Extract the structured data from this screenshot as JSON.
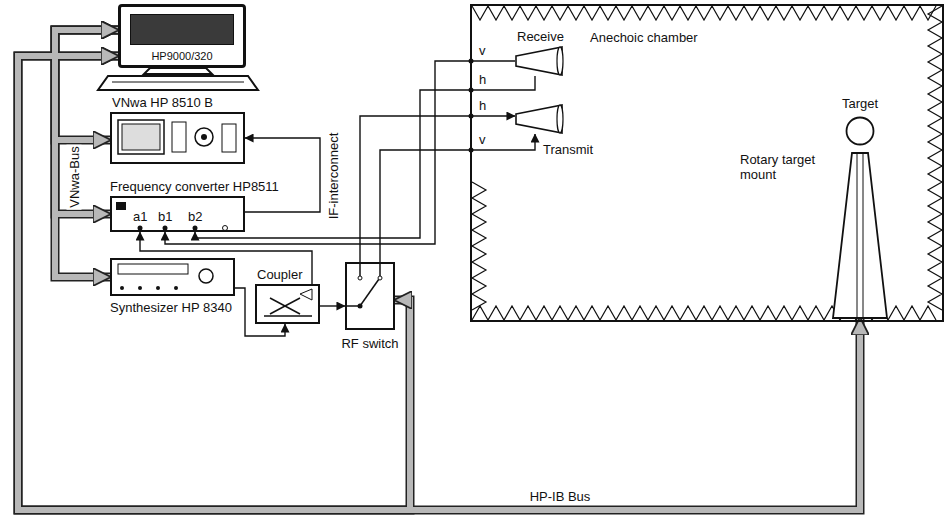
{
  "diagram": {
    "nodes": [
      {
        "text": [
          "HP9000/320"
        ]
      },
      {
        "text": [
          "VNwa HP 8510 B"
        ]
      },
      {
        "text": [
          "Frequency converter HP8511"
        ]
      },
      {
        "text": [
          "Synthesizer HP 8340"
        ]
      },
      {
        "text": [
          "Coupler"
        ]
      },
      {
        "text": [
          "RF switch"
        ]
      },
      {
        "text": [
          "Anechoic chamber"
        ]
      },
      {
        "text": [
          "Receive"
        ],
        "in": 6
      },
      {
        "text": [
          "Transmit"
        ],
        "in": 6
      },
      {
        "text": [
          "Target"
        ],
        "in": 6
      },
      {
        "text": [
          "Rotary target mount"
        ],
        "in": 6
      }
    ],
    "edges": [
      {
        "from": 0,
        "to": 1,
        "arrow": "both"
      },
      {
        "from": 0,
        "to": 2,
        "arrow": "both"
      },
      {
        "from": 0,
        "to": 3,
        "arrow": "both"
      },
      {
        "from": 0,
        "to": 5,
        "arrow": "both"
      },
      {
        "from": 0,
        "to": 10,
        "arrow": "both"
      },
      {
        "from": 2,
        "to": 1,
        "arrow": "to"
      },
      {
        "from": 3,
        "to": 4,
        "arrow": "to"
      },
      {
        "from": 4,
        "to": 2,
        "arrow": "to"
      },
      {
        "from": 4,
        "to": 5,
        "arrow": "to"
      },
      {
        "from": 5,
        "to": 8,
        "arrow": "to"
      },
      {
        "from": 5,
        "to": 8,
        "arrow": "to"
      },
      {
        "from": 7,
        "to": 2,
        "arrow": "to"
      },
      {
        "from": 7,
        "to": 2,
        "arrow": "to"
      }
    ],
    "labels": [
      "IF-interconnect",
      "VNwa-Bus",
      "HP-IB Bus",
      "a1",
      "b1",
      "b2",
      "v",
      "h",
      "h",
      "v"
    ]
  }
}
